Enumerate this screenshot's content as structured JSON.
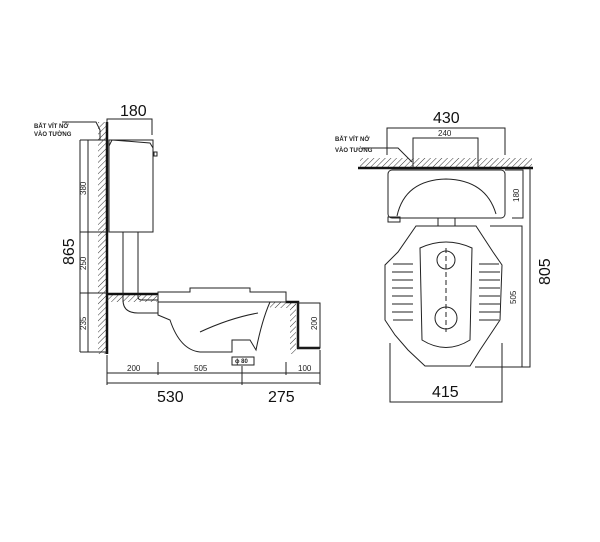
{
  "side_view": {
    "anchor_label": [
      "BẮT VÍT NỞ",
      "VÀO TƯỜNG"
    ],
    "tank_depth": "180",
    "total_height": "865",
    "tank_height": "380",
    "pipe_height": "250",
    "floor_depth": "235",
    "step_height": "200",
    "wall_offset": "200",
    "pan_length": "505",
    "step_width": "100",
    "drain_diameter": "ϕ 80",
    "length_to_drain": "530",
    "drain_to_end": "275"
  },
  "top_view": {
    "anchor_label": [
      "BẮT VÍT NỞ",
      "VÀO TƯỜNG"
    ],
    "tank_width": "430",
    "bolt_spacing": "240",
    "tank_depth": "180",
    "total_depth": "805",
    "pan_length": "505",
    "pan_width": "415"
  }
}
